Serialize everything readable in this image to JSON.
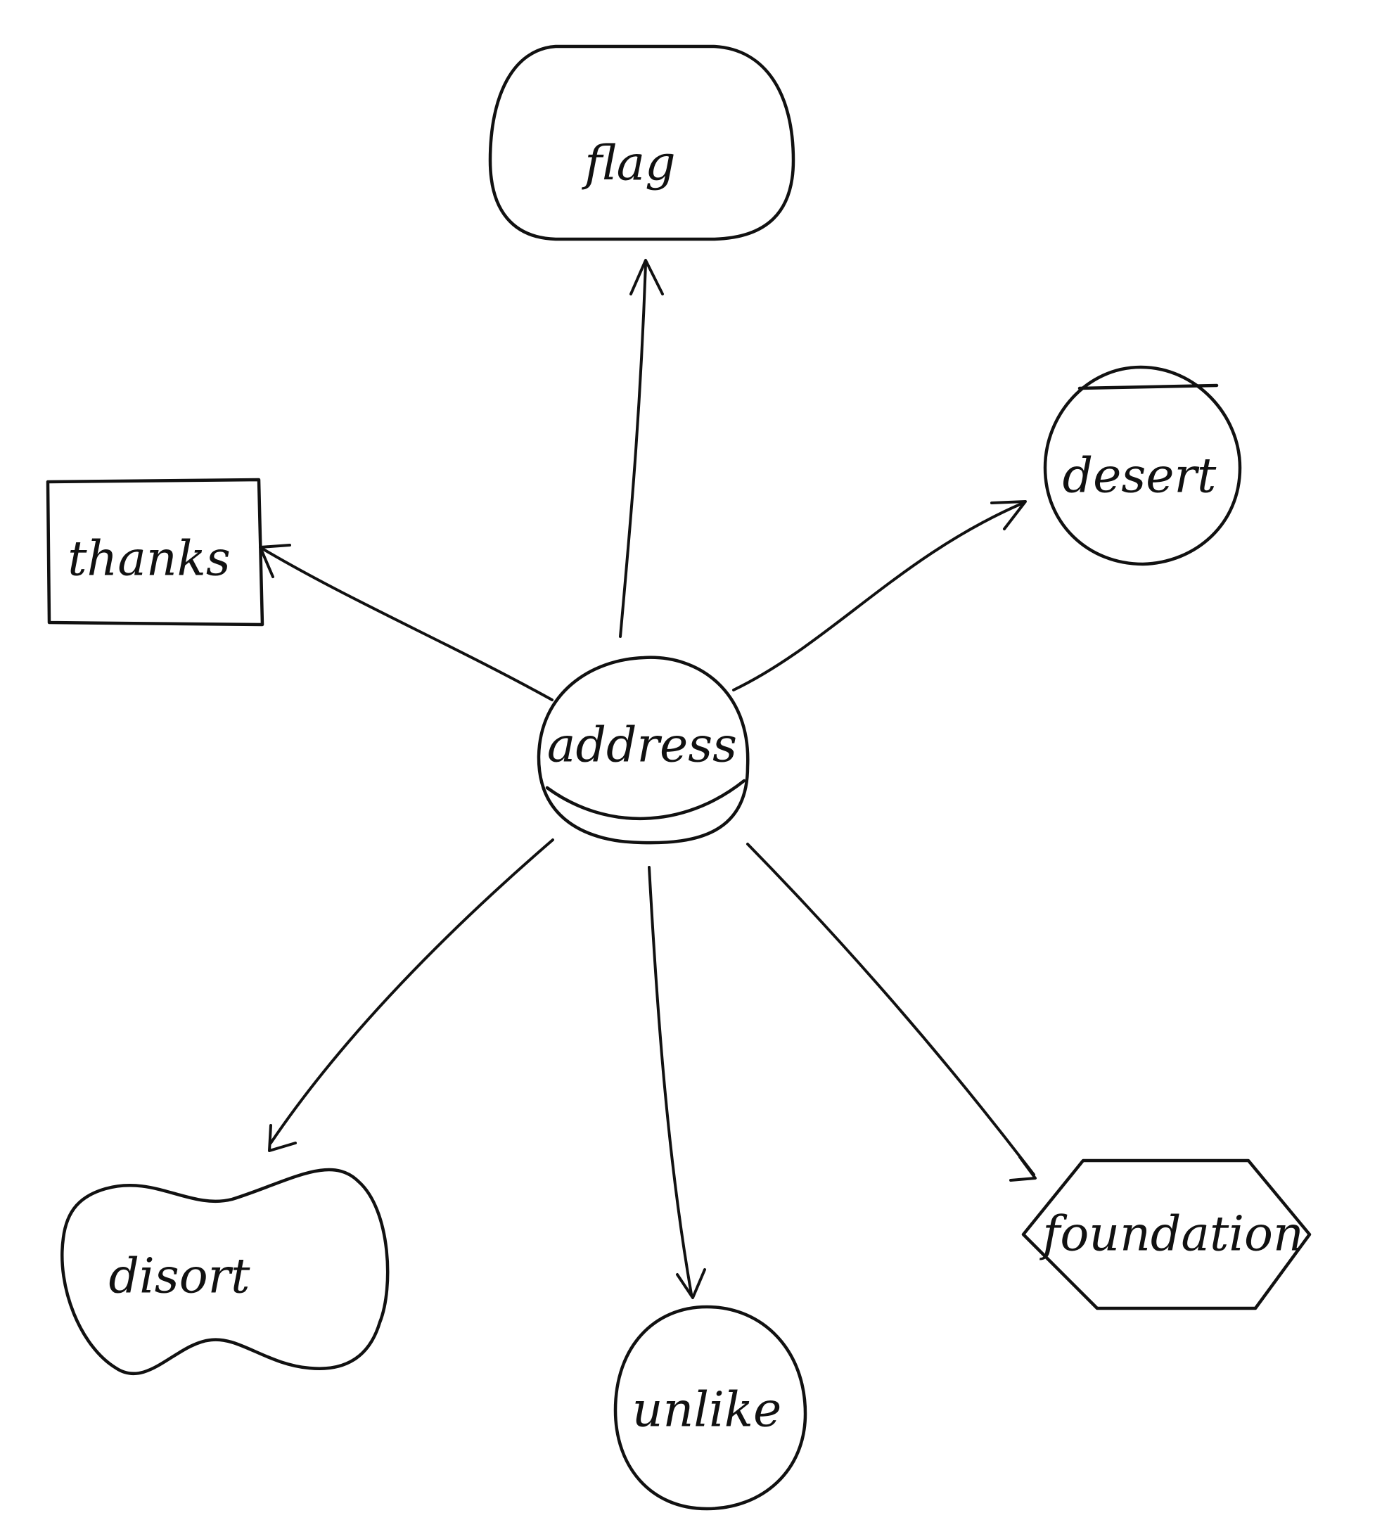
{
  "diagram": {
    "type": "concept map",
    "center": {
      "id": "address",
      "label": "address",
      "shape": "circle"
    },
    "nodes": [
      {
        "id": "flag",
        "label": "flag",
        "shape": "rounded-rectangle"
      },
      {
        "id": "desert",
        "label": "desert",
        "shape": "circle"
      },
      {
        "id": "thanks",
        "label": "thanks",
        "shape": "rectangle"
      },
      {
        "id": "disort",
        "label": "disort",
        "shape": "blob"
      },
      {
        "id": "unlike",
        "label": "unlike",
        "shape": "circle"
      },
      {
        "id": "foundation",
        "label": "foundation",
        "shape": "hexagon"
      }
    ],
    "edges": [
      {
        "from": "address",
        "to": "flag"
      },
      {
        "from": "address",
        "to": "desert"
      },
      {
        "from": "address",
        "to": "thanks"
      },
      {
        "from": "address",
        "to": "disort"
      },
      {
        "from": "address",
        "to": "unlike"
      },
      {
        "from": "address",
        "to": "foundation"
      }
    ],
    "stroke_color": "#111111",
    "background_color": "#ffffff"
  }
}
